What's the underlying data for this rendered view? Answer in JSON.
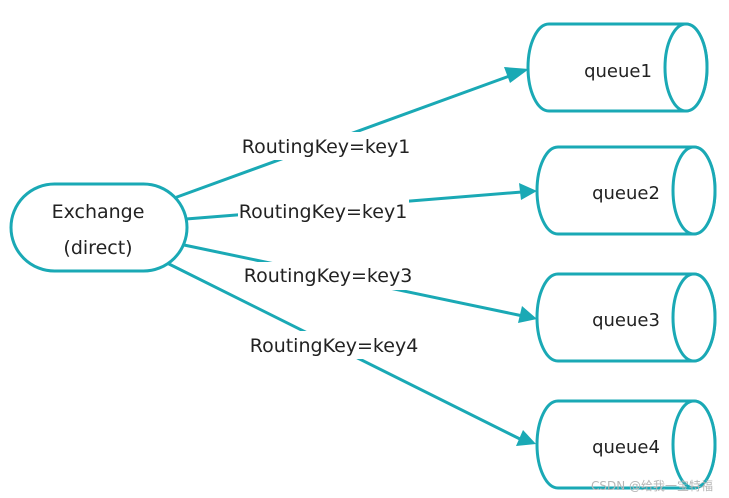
{
  "exchange": {
    "title": "Exchange",
    "subtitle": "(direct)"
  },
  "queues": [
    {
      "label": "queue1"
    },
    {
      "label": "queue2"
    },
    {
      "label": "queue3"
    },
    {
      "label": "queue4"
    }
  ],
  "routing_labels": [
    "RoutingKey=key1",
    "RoutingKey=key1",
    "RoutingKey=key3",
    "RoutingKey=key4"
  ],
  "watermark": "CSDN @给我一宝特福"
}
